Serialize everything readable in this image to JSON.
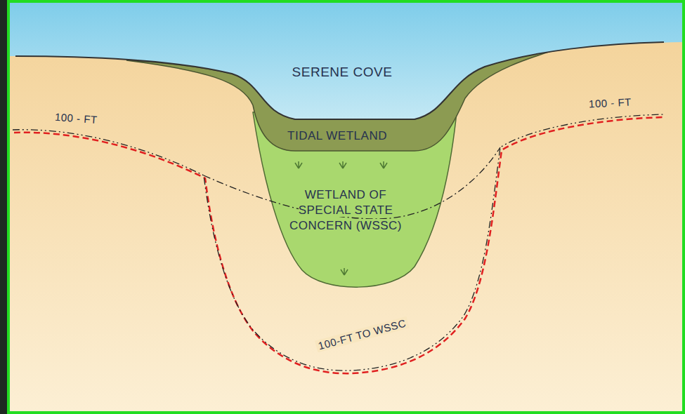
{
  "diagram": {
    "nodes": [
      {
        "text": [
          "SERENE COVE"
        ]
      },
      {
        "text": [
          "TIDAL WETLAND"
        ]
      },
      {
        "text": [
          "WETLAND OF SPECIAL STATE CONCERN (WSSC)"
        ]
      }
    ],
    "labels": [
      "100 - FT",
      "100 - FT",
      "100-FT TO WSSC"
    ]
  }
}
